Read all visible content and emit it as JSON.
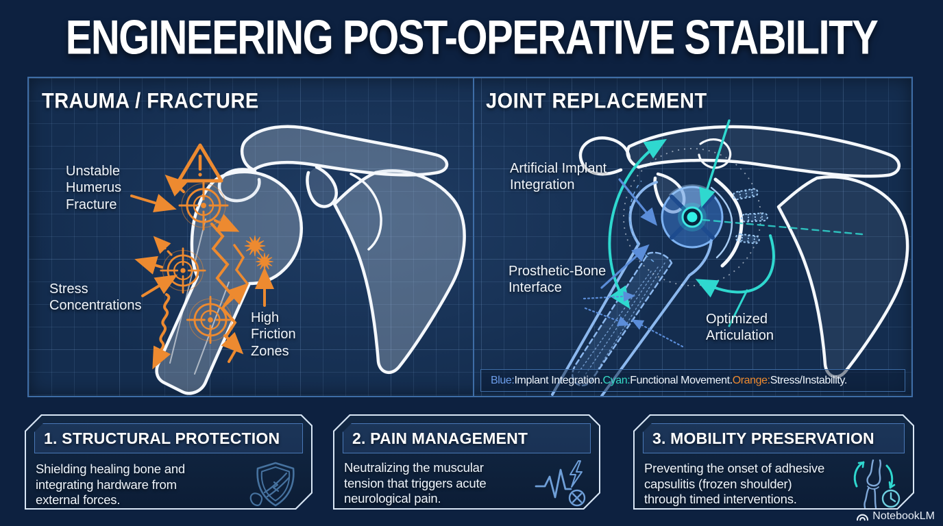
{
  "title": "ENGINEERING POST-OPERATIVE STABILITY",
  "trauma_panel": {
    "heading": "TRAUMA / FRACTURE",
    "labels": {
      "fracture": "Unstable\nHumerus\nFracture",
      "stress": "Stress\nConcentrations",
      "friction": "High\nFriction\nZones"
    }
  },
  "joint_panel": {
    "heading": "JOINT REPLACEMENT",
    "labels": {
      "implant": "Artificial Implant\nIntegration",
      "interface": "Prosthetic-Bone\nInterface",
      "articulation": "Optimized\nArticulation"
    },
    "legend": {
      "blue_label": "Blue:",
      "blue_text": " Implant Integration. ",
      "cyan_label": "Cyan:",
      "cyan_text": " Functional Movement. ",
      "orange_label": "Orange:",
      "orange_text": " Stress/Instability."
    }
  },
  "cards": [
    {
      "title": "1. STRUCTURAL PROTECTION",
      "body": "Shielding healing bone and\nintegrating hardware from\nexternal forces.",
      "icon": "shield-bone-icon"
    },
    {
      "title": "2. PAIN MANAGEMENT",
      "body": "Neutralizing the muscular\ntension that triggers acute\nneurological pain.",
      "icon": "pain-signal-icon"
    },
    {
      "title": "3. MOBILITY PRESERVATION",
      "body": "Preventing the onset of adhesive\ncapsulitis (frozen shoulder)\nthrough timed interventions.",
      "icon": "mobility-clock-icon"
    }
  ],
  "watermark": "NotebookLM",
  "colors": {
    "orange": "#ed8a30",
    "cyan": "#2fd8cf",
    "blue": "#5b8dd9",
    "bone_white": "#f5f8fc",
    "panel_border": "#3e6da6"
  }
}
